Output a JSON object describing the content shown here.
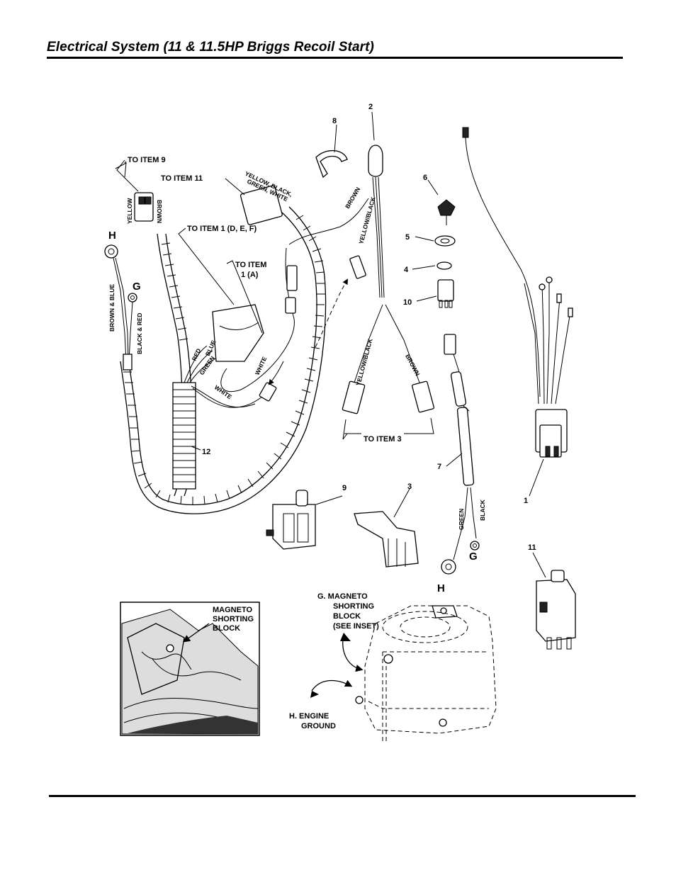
{
  "header": {
    "title": "Electrical System (11 & 11.5HP Briggs Recoil Start)"
  },
  "callouts": {
    "to_item_9": "TO ITEM 9",
    "to_item_11": "TO ITEM 11",
    "yellow_black_1": "YELLOW, BLACK,",
    "yellow_black_2": "GREEN, WHITE",
    "to_item_1_def": "TO ITEM 1 (D, E, F)",
    "to_item_1a_1": "TO ITEM",
    "to_item_1a_2": "1 (A)",
    "to_item_3": "TO ITEM 3"
  },
  "wire_colors": {
    "yellow": "YELLOW",
    "brown_top": "BROWN",
    "brown_blue": "BROWN & BLUE",
    "black_red": "BLACK & RED",
    "red": "RED",
    "blue": "BLUE",
    "green": "GREEN",
    "white_1": "WHITE",
    "white_2": "WHITE",
    "brown_upper": "BROWN",
    "yellow_black_upper": "YELLOW/BLACK",
    "yellow_black_lower": "YELLOW/BLACK",
    "brown_lower": "BROWN",
    "green_7": "GREEN",
    "black_7": "BLACK"
  },
  "part_numbers": {
    "p1": "1",
    "p2": "2",
    "p3": "3",
    "p4": "4",
    "p5": "5",
    "p6": "6",
    "p7": "7",
    "p8": "8",
    "p9": "9",
    "p10": "10",
    "p11": "11",
    "p12": "12"
  },
  "letters": {
    "h_left": "H",
    "g_left": "G",
    "g_right": "G",
    "h_right": "H"
  },
  "inset": {
    "line1": "MAGNETO",
    "line2": "SHORTING",
    "line3": "BLOCK"
  },
  "engine_labels": {
    "g_line1": "G. MAGNETO",
    "g_line2": "SHORTING",
    "g_line3": "BLOCK",
    "g_line4": "(SEE INSET)",
    "h_line1": "H. ENGINE",
    "h_line2": "GROUND"
  }
}
